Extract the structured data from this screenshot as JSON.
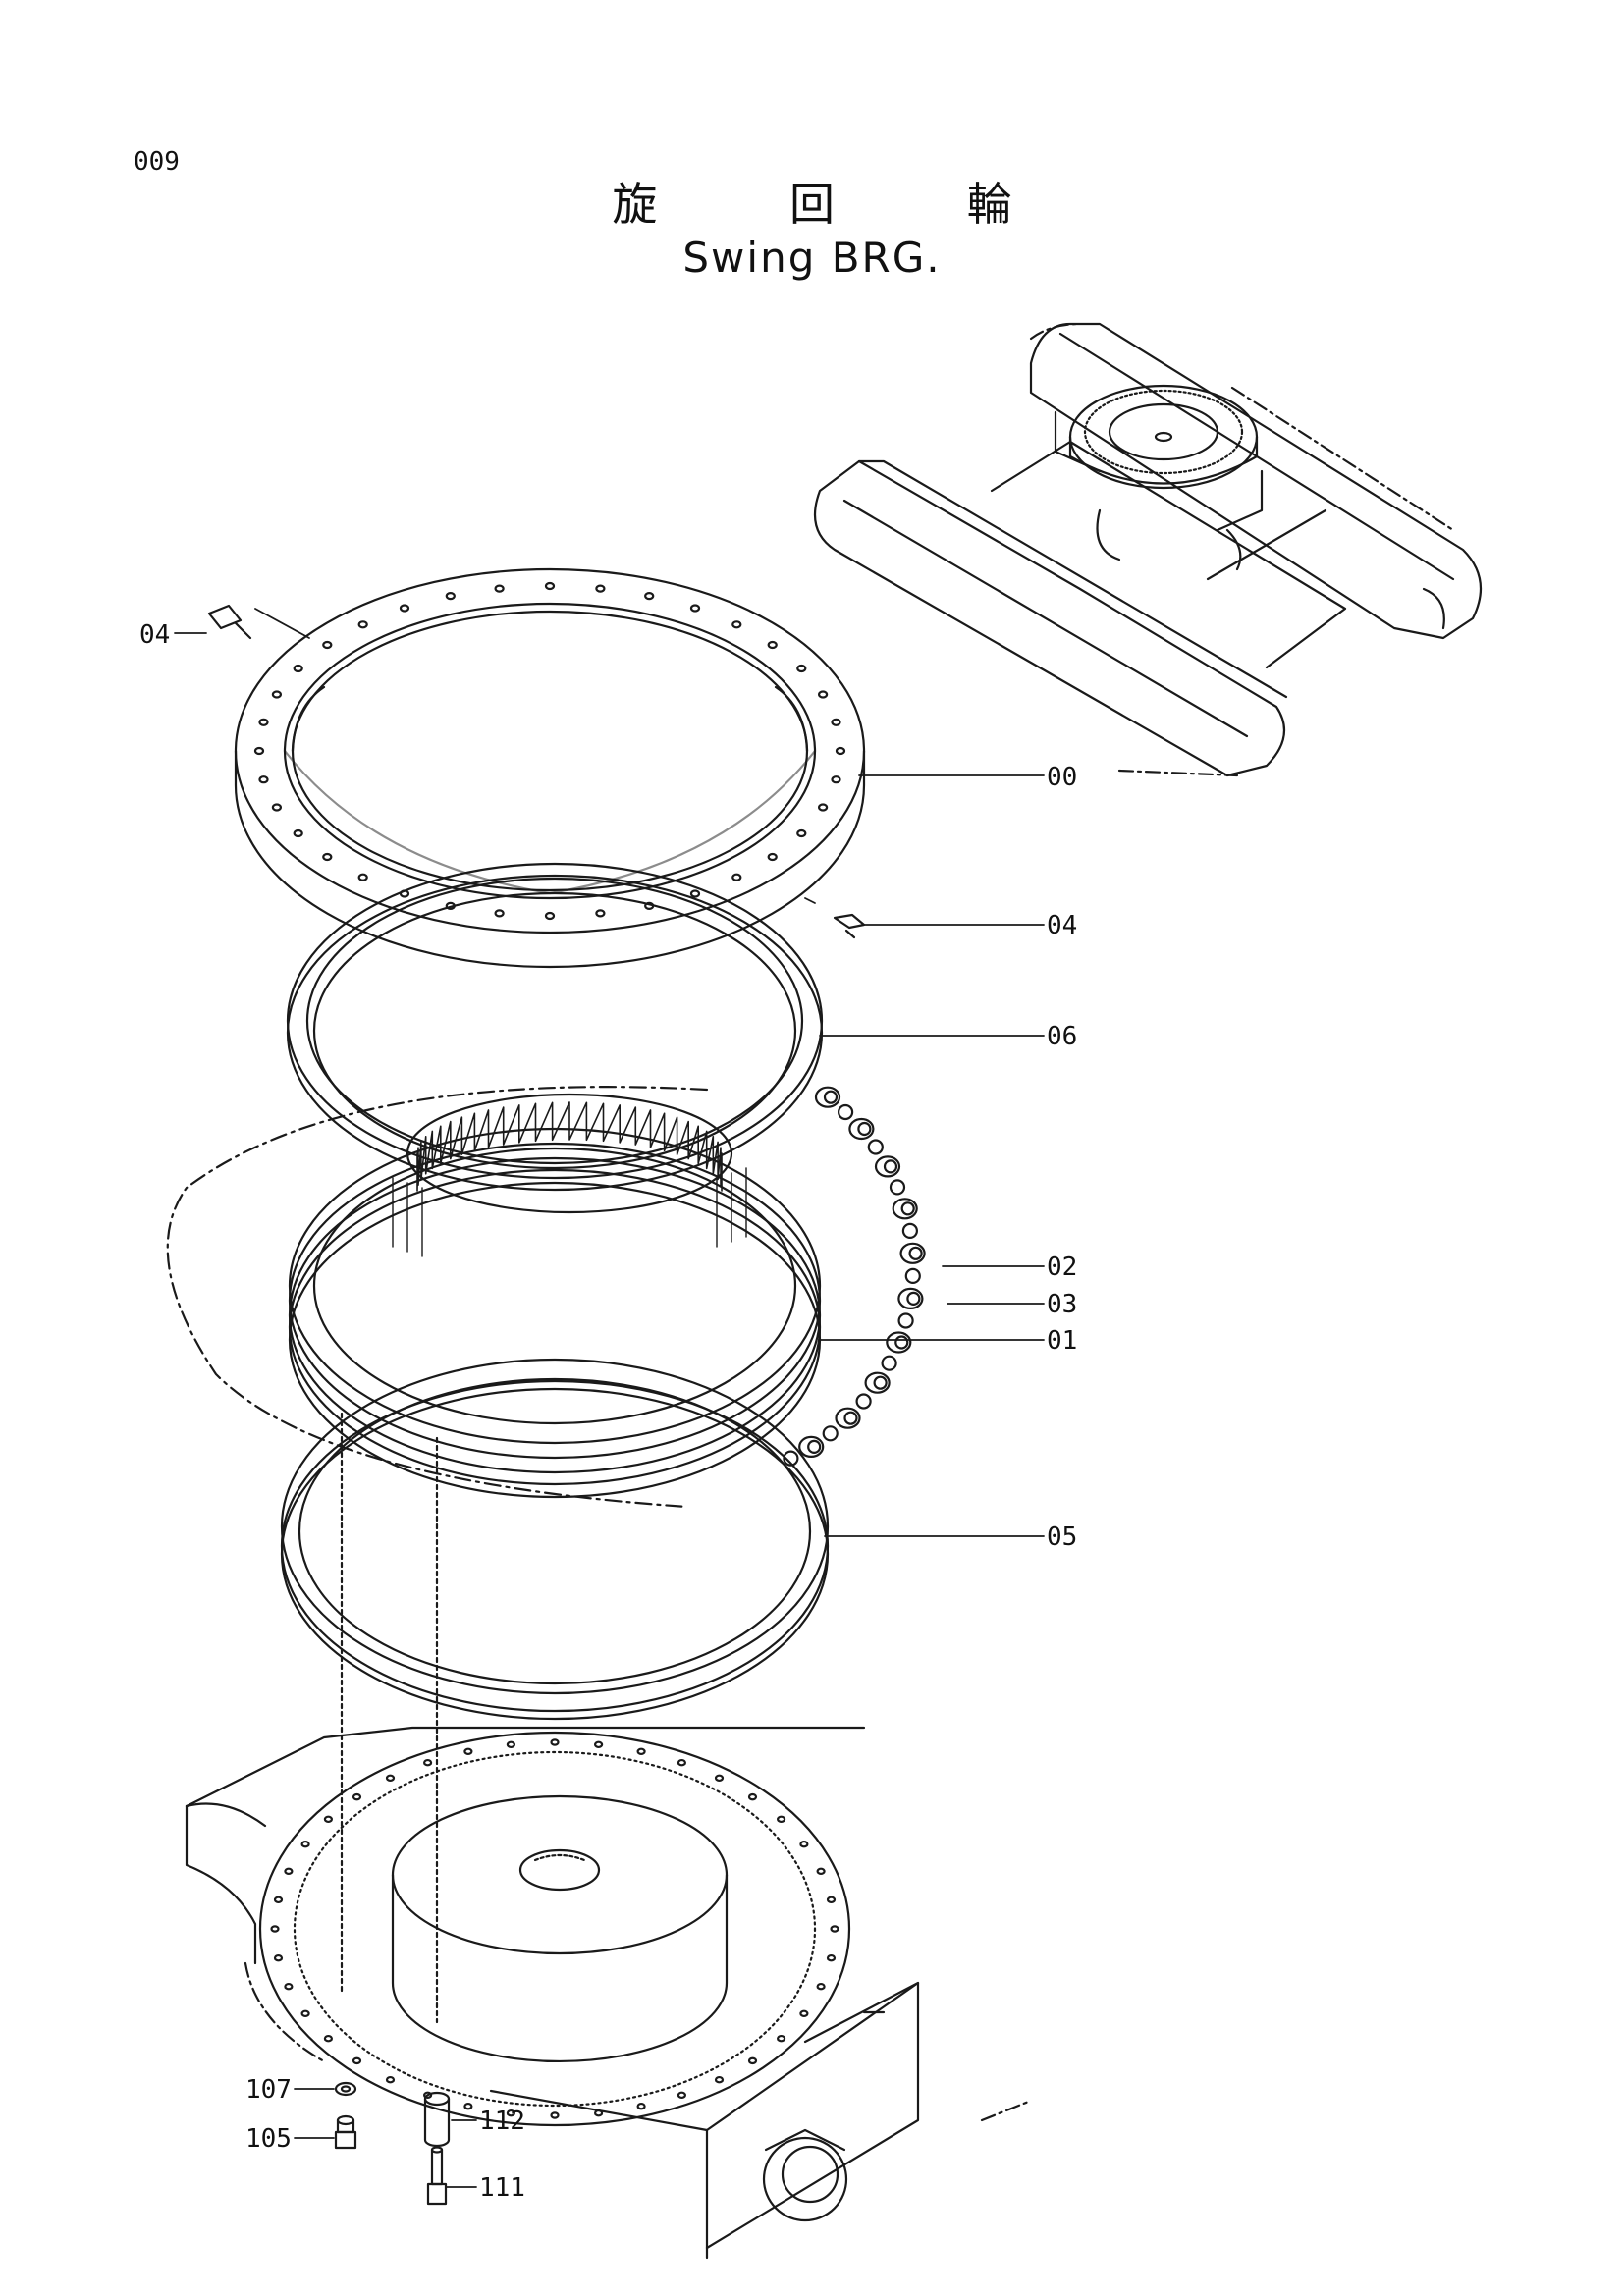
{
  "page": {
    "number": "009"
  },
  "title": {
    "japanese": "旋 回 輪",
    "english": "Swing BRG."
  },
  "callouts": [
    {
      "id": "c-04-left",
      "label": "04"
    },
    {
      "id": "c-00",
      "label": "00"
    },
    {
      "id": "c-04-right",
      "label": "04"
    },
    {
      "id": "c-06",
      "label": "06"
    },
    {
      "id": "c-02",
      "label": "02"
    },
    {
      "id": "c-03",
      "label": "03"
    },
    {
      "id": "c-01",
      "label": "01"
    },
    {
      "id": "c-05",
      "label": "05"
    },
    {
      "id": "c-107",
      "label": "107"
    },
    {
      "id": "c-105",
      "label": "105"
    },
    {
      "id": "c-112",
      "label": "112"
    },
    {
      "id": "c-111",
      "label": "111"
    }
  ],
  "colors": {
    "line": "#1a1a1a",
    "background": "#ffffff"
  }
}
